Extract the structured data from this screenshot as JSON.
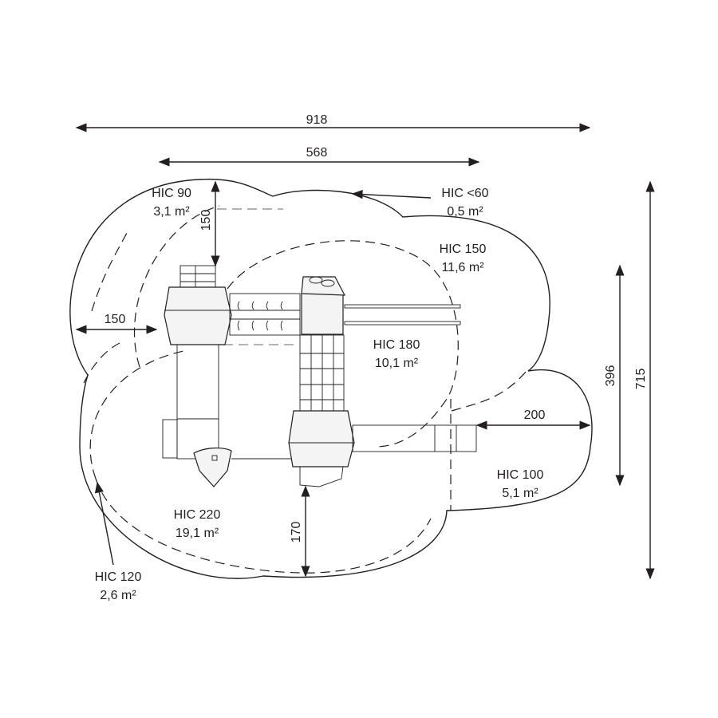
{
  "dimensions": {
    "total_width": "918",
    "equipment_width": "568",
    "total_depth": "715",
    "equipment_depth": "396",
    "top_clearance": "150",
    "left_clearance": "150",
    "right_clearance": "200",
    "bottom_clearance": "170"
  },
  "zones": [
    {
      "hic": "HIC 90",
      "area": "3,1 m²"
    },
    {
      "hic": "HIC <60",
      "area": "0,5 m²"
    },
    {
      "hic": "HIC 150",
      "area": "11,6 m²"
    },
    {
      "hic": "HIC 180",
      "area": "10,1 m²"
    },
    {
      "hic": "HIC 100",
      "area": "5,1 m²"
    },
    {
      "hic": "HIC 220",
      "area": "19,1 m²"
    },
    {
      "hic": "HIC 120",
      "area": "2,6 m²"
    }
  ],
  "colors": {
    "line": "#231f20",
    "fill": "#f4f4f4"
  }
}
